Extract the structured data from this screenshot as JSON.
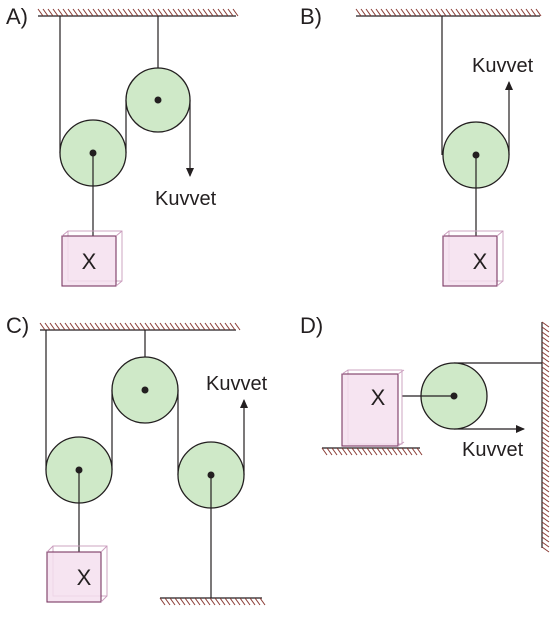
{
  "panels": [
    {
      "id": "A",
      "label": "A)",
      "force_label": "Kuvvet",
      "box_label": "X"
    },
    {
      "id": "B",
      "label": "B)",
      "force_label": "Kuvvet",
      "box_label": "X"
    },
    {
      "id": "C",
      "label": "C)",
      "force_label": "Kuvvet",
      "box_label": "X"
    },
    {
      "id": "D",
      "label": "D)",
      "force_label": "Kuvvet",
      "box_label": "X"
    }
  ],
  "colors": {
    "pulley_fill": "#cfe9c8",
    "box_fill": "#f4dfee",
    "box_edge": "#7b3a63",
    "hatch": "#8a3a33",
    "line": "#231f20"
  }
}
